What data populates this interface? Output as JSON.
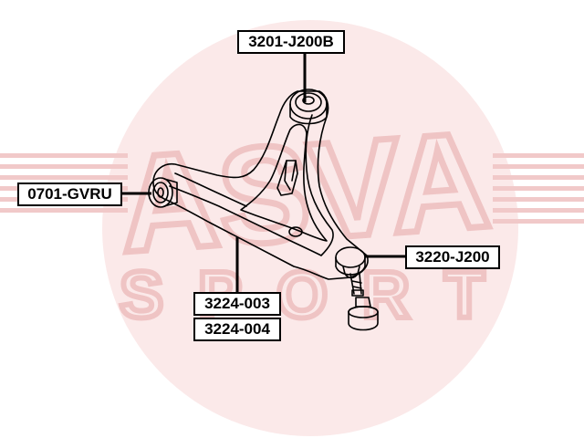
{
  "watermark": {
    "brand_text": "ASVA",
    "sub_text": "SPORT",
    "color": "#f3d2d2"
  },
  "labels": {
    "upper_mount": "3201-J200B",
    "front_bushing": "0701-GVRU",
    "ball_joint": "3220-J200",
    "arm_left": "3224-003",
    "arm_right": "3224-004"
  },
  "colors": {
    "line": "#000000",
    "label_bg": "#ffffff"
  }
}
